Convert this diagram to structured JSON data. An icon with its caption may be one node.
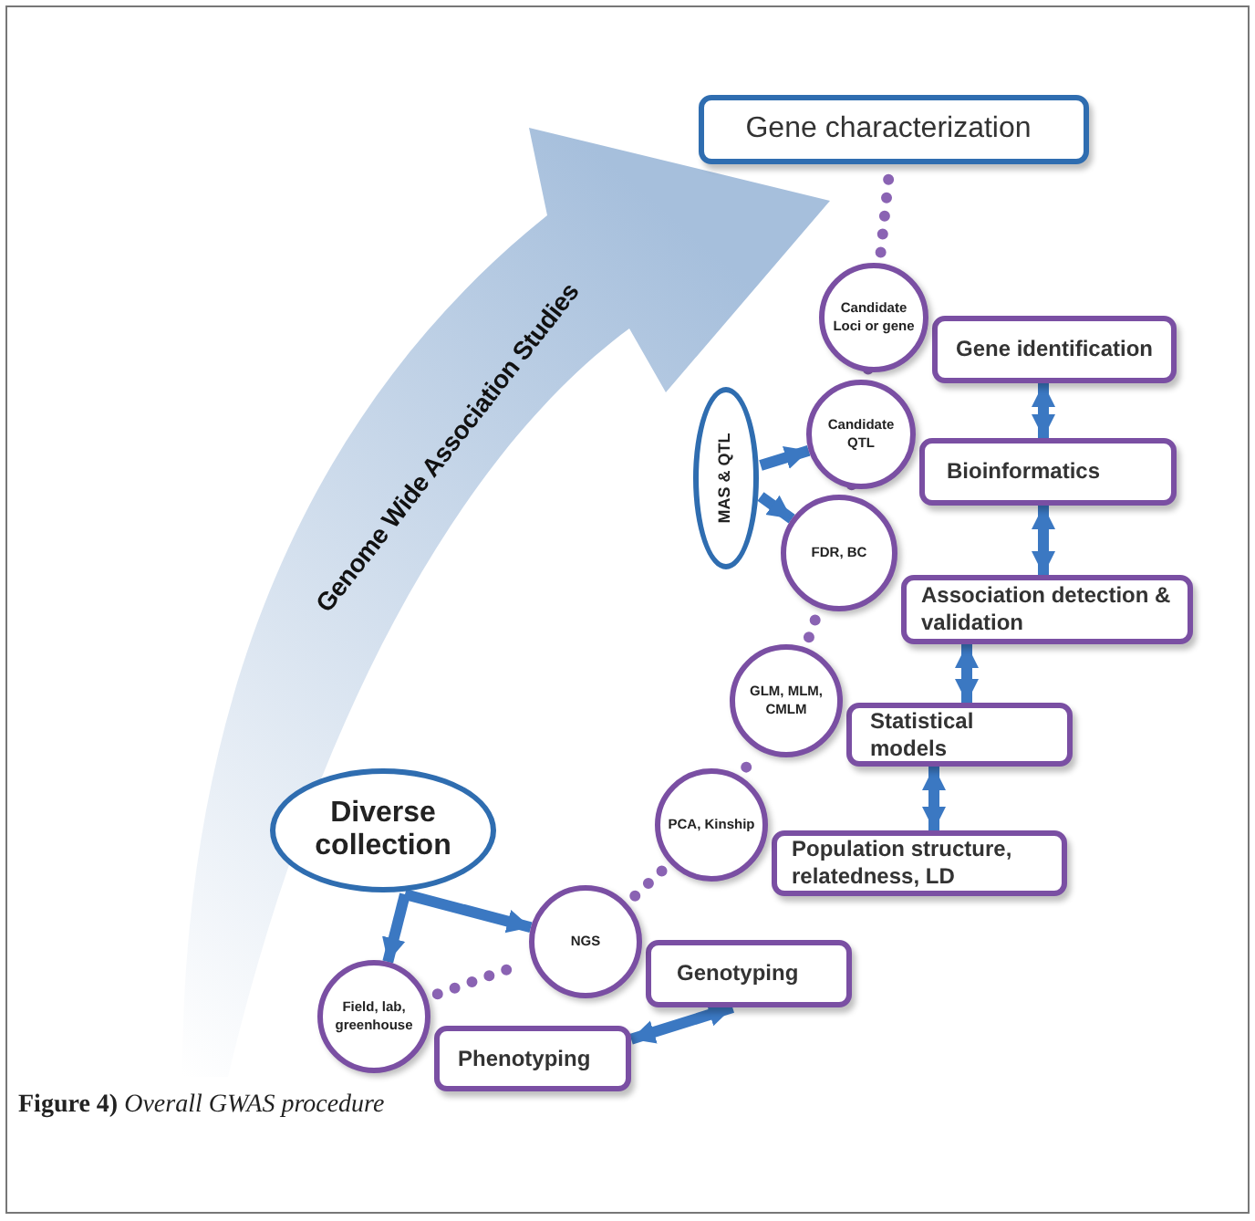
{
  "diagram": {
    "caption": "**Figure 4)** *Overall GWAS procedure*",
    "nodes": [
      {
        "text": [
          "Gene characterization"
        ]
      },
      {
        "text": [
          "Candidate Loci or gene"
        ]
      },
      {
        "text": [
          "Gene identification"
        ]
      },
      {
        "text": [
          "Candidate QTL"
        ]
      },
      {
        "text": [
          "Bioinformatics"
        ]
      },
      {
        "text": [
          "MAS & QTL"
        ]
      },
      {
        "text": [
          "FDR, BC"
        ]
      },
      {
        "text": [
          "Association detection & validation"
        ]
      },
      {
        "text": [
          "GLM, MLM, CMLM"
        ]
      },
      {
        "text": [
          "Statistical models"
        ]
      },
      {
        "text": [
          "PCA, Kinship"
        ]
      },
      {
        "text": [
          "Population structure, relatedness, LD"
        ]
      },
      {
        "text": [
          "Diverse collection"
        ]
      },
      {
        "text": [
          "NGS"
        ]
      },
      {
        "text": [
          "Genotyping"
        ]
      },
      {
        "text": [
          "Field, lab, greenhouse"
        ]
      },
      {
        "text": [
          "Phenotyping"
        ]
      }
    ],
    "edges": [
      {
        "from": 15,
        "to": 13,
        "arrow": "none",
        "style": "dashed",
        "color": "#8a63b3"
      },
      {
        "from": 13,
        "to": 10,
        "arrow": "none",
        "style": "dashed",
        "color": "#8a63b3"
      },
      {
        "from": 10,
        "to": 8,
        "arrow": "none",
        "style": "dashed",
        "color": "#8a63b3"
      },
      {
        "from": 8,
        "to": 6,
        "arrow": "none",
        "style": "dashed",
        "color": "#8a63b3"
      },
      {
        "from": 6,
        "to": 3,
        "arrow": "none",
        "style": "dashed",
        "color": "#8a63b3"
      },
      {
        "from": 3,
        "to": 1,
        "arrow": "none",
        "style": "dashed",
        "color": "#8a63b3"
      },
      {
        "from": 1,
        "to": 0,
        "arrow": "none",
        "style": "dashed",
        "color": "#8a63b3"
      },
      {
        "from": 2,
        "to": 4,
        "arrow": "both"
      },
      {
        "from": 4,
        "to": 7,
        "arrow": "both"
      },
      {
        "from": 7,
        "to": 9,
        "arrow": "both"
      },
      {
        "from": 9,
        "to": 11,
        "arrow": "both"
      },
      {
        "from": 14,
        "to": 16,
        "arrow": "both"
      },
      {
        "from": 12,
        "to": 15,
        "arrow": "to"
      },
      {
        "from": 12,
        "to": 13,
        "arrow": "to"
      },
      {
        "from": 5,
        "to": 3,
        "arrow": "to"
      },
      {
        "from": 5,
        "to": 6,
        "arrow": "to"
      }
    ],
    "labels": [
      "Genome Wide Association Studies"
    ]
  }
}
